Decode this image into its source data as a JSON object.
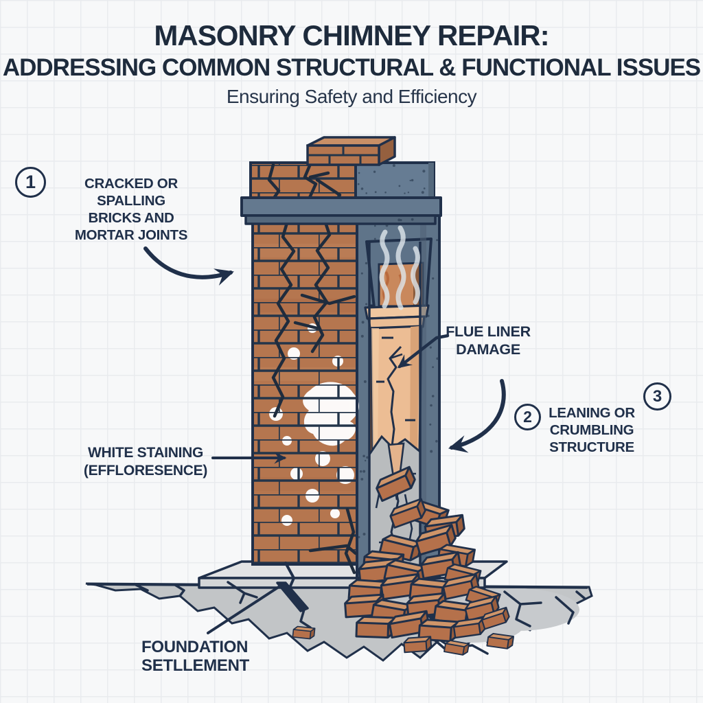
{
  "header": {
    "title_line1": "MASONRY CHIMNEY REPAIR:",
    "title_line2": "ADDRESSING COMMON STRUCTURAL & FUNCTIONAL ISSUES",
    "subtitle": "Ensuring Safety and Efficiency"
  },
  "annotations": {
    "issue1": {
      "badge": "1",
      "label": "CRACKED OR SPALLING\nBRICKS AND\nMORTAR JOINTS"
    },
    "flue": {
      "label": "FLUE LINER\nDAMAGE"
    },
    "issue2": {
      "badge": "2",
      "label": "LEANING OR\nCRUMBLING\nSTRUCTURE"
    },
    "issue3": {
      "badge": "3"
    },
    "staining": {
      "label": "WHITE STAINING\n(EFFLORESENCE)"
    },
    "foundation": {
      "label": "FOUNDATION\nSETLLEMENT"
    }
  },
  "colors": {
    "ink": "#20304a",
    "brick": "#b5764f",
    "brick_top": "#cf9569",
    "concrete_blue": "#5f7489",
    "flue_liner": "#ecbd94",
    "ground_gray": "#c2c5c7",
    "background": "#f7f8f9"
  }
}
